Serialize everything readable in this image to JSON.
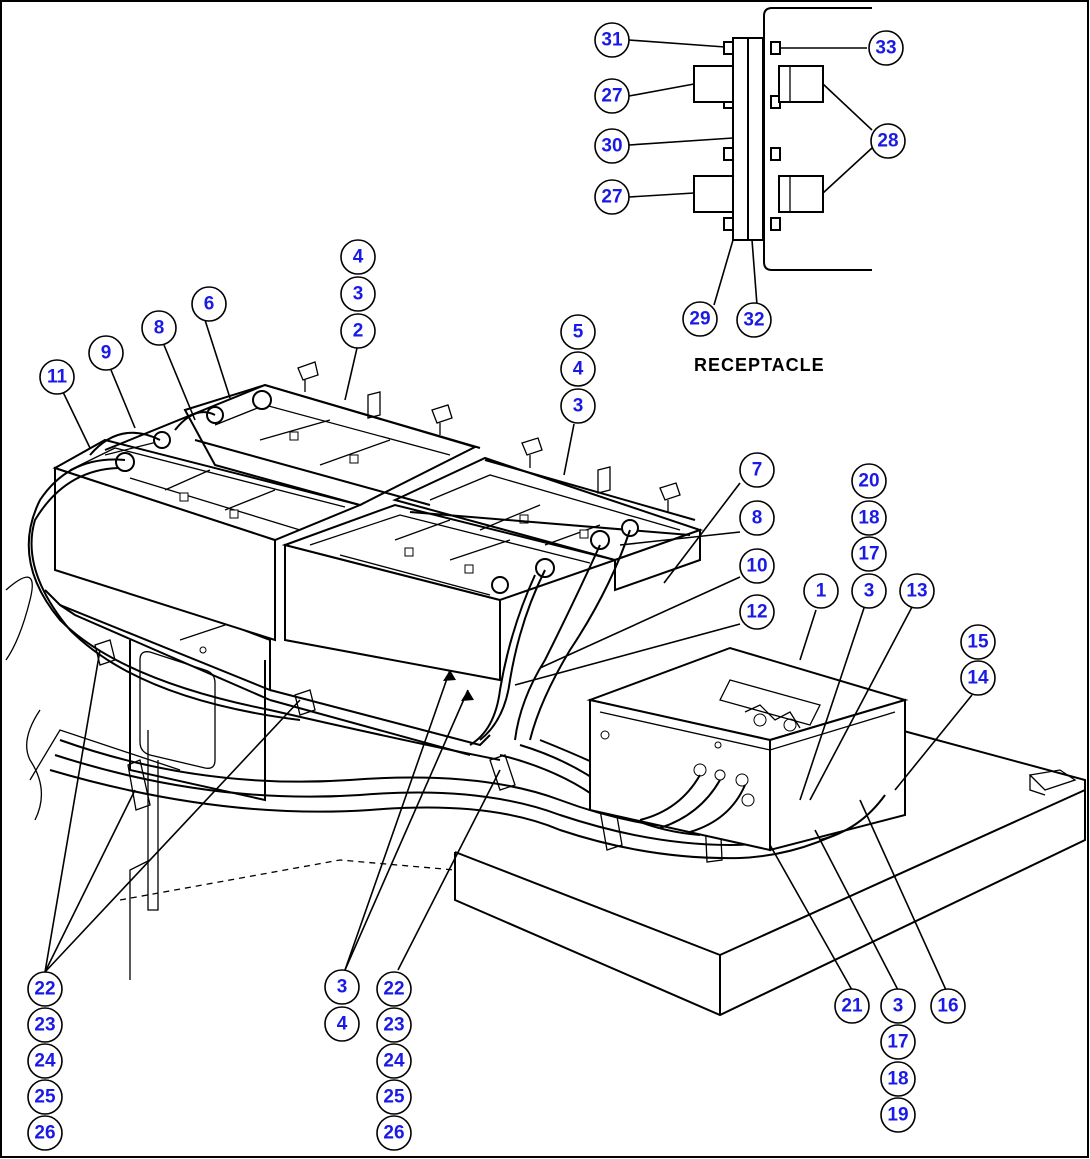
{
  "diagram": {
    "receptacle_label": "RECEPTACLE",
    "callout_color": "#1a1ae6",
    "callouts": [
      {
        "id": "c31",
        "label": "31"
      },
      {
        "id": "c27a",
        "label": "27"
      },
      {
        "id": "c30",
        "label": "30"
      },
      {
        "id": "c27b",
        "label": "27"
      },
      {
        "id": "c29",
        "label": "29"
      },
      {
        "id": "c32",
        "label": "32"
      },
      {
        "id": "c33",
        "label": "33"
      },
      {
        "id": "c28",
        "label": "28"
      },
      {
        "id": "c4a",
        "label": "4"
      },
      {
        "id": "c3a",
        "label": "3"
      },
      {
        "id": "c2",
        "label": "2"
      },
      {
        "id": "c5",
        "label": "5"
      },
      {
        "id": "c4b",
        "label": "4"
      },
      {
        "id": "c3b",
        "label": "3"
      },
      {
        "id": "c6",
        "label": "6"
      },
      {
        "id": "c8a",
        "label": "8"
      },
      {
        "id": "c9",
        "label": "9"
      },
      {
        "id": "c11",
        "label": "11"
      },
      {
        "id": "c7",
        "label": "7"
      },
      {
        "id": "c8b",
        "label": "8"
      },
      {
        "id": "c10",
        "label": "10"
      },
      {
        "id": "c12",
        "label": "12"
      },
      {
        "id": "c20",
        "label": "20"
      },
      {
        "id": "c18a",
        "label": "18"
      },
      {
        "id": "c17a",
        "label": "17"
      },
      {
        "id": "c3c",
        "label": "3"
      },
      {
        "id": "c1",
        "label": "1"
      },
      {
        "id": "c13",
        "label": "13"
      },
      {
        "id": "c15",
        "label": "15"
      },
      {
        "id": "c14",
        "label": "14"
      },
      {
        "id": "c22a",
        "label": "22"
      },
      {
        "id": "c23a",
        "label": "23"
      },
      {
        "id": "c24a",
        "label": "24"
      },
      {
        "id": "c25a",
        "label": "25"
      },
      {
        "id": "c26a",
        "label": "26"
      },
      {
        "id": "c3d",
        "label": "3"
      },
      {
        "id": "c4c",
        "label": "4"
      },
      {
        "id": "c22b",
        "label": "22"
      },
      {
        "id": "c23b",
        "label": "23"
      },
      {
        "id": "c24b",
        "label": "24"
      },
      {
        "id": "c25b",
        "label": "25"
      },
      {
        "id": "c26b",
        "label": "26"
      },
      {
        "id": "c21",
        "label": "21"
      },
      {
        "id": "c3e",
        "label": "3"
      },
      {
        "id": "c17b",
        "label": "17"
      },
      {
        "id": "c18b",
        "label": "18"
      },
      {
        "id": "c19",
        "label": "19"
      },
      {
        "id": "c16",
        "label": "16"
      }
    ]
  }
}
